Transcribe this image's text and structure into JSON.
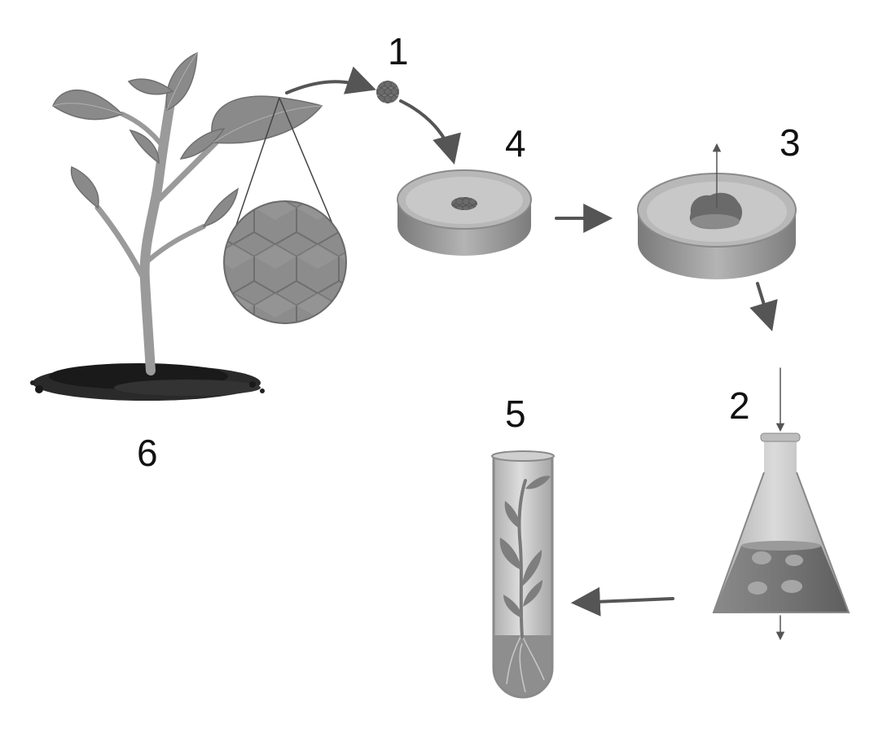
{
  "labels": {
    "step_1": "1",
    "step_2": "2",
    "step_3": "3",
    "step_4": "4",
    "step_5": "5",
    "step_6": "6"
  },
  "colors": {
    "leaf": "#8a8a8a",
    "stem": "#9a9a9a",
    "soil": "#1e1e1e",
    "dish_rim": "#a8a8a8",
    "dish_side": "#8c8c8c",
    "arrow": "#555555",
    "label": "#111111"
  },
  "icons": {
    "plant": "plant-with-leaves",
    "magnifier": "leaf-cell-magnifier",
    "explant": "leaf-disc",
    "dish_a": "petri-dish-with-explant",
    "dish_b": "petri-dish-with-callus",
    "flask": "erlenmeyer-flask-liquid-culture",
    "tube": "test-tube-with-plantlet"
  }
}
